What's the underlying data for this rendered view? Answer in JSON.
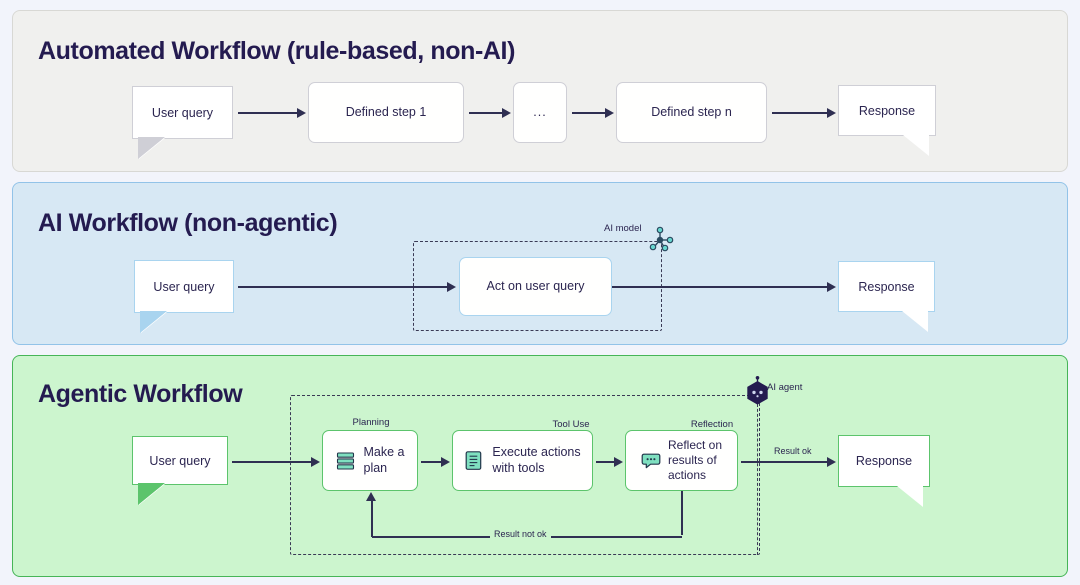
{
  "colors": {
    "page_background": "#f2f4fb",
    "panel_automated_bg": "#f0f0ee",
    "panel_ai_bg": "#d7e8f4",
    "panel_agentic_bg": "#ccf5ce",
    "panel_ai_border": "#92c3e8",
    "panel_agentic_border": "#46b557",
    "text_navy": "#241b50",
    "connector": "#2f2f52",
    "icon_teal": "#4dd0a7"
  },
  "panels": [
    {
      "id": "automated",
      "title": "Automated Workflow (rule-based, non-AI)",
      "nodes": [
        {
          "name": "user-query",
          "label": "User query",
          "type": "bubble"
        },
        {
          "name": "defined-step-1",
          "label": "Defined step 1",
          "type": "box"
        },
        {
          "name": "ellipsis-step",
          "label": "...",
          "type": "box"
        },
        {
          "name": "defined-step-n",
          "label": "Defined step n",
          "type": "box"
        },
        {
          "name": "response",
          "label": "Response",
          "type": "bubble"
        }
      ]
    },
    {
      "id": "ai-workflow",
      "title": "AI Workflow (non-agentic)",
      "nodes": [
        {
          "name": "user-query",
          "label": "User query",
          "type": "bubble"
        },
        {
          "name": "act-on-user-query",
          "label": "Act on user query",
          "type": "box"
        },
        {
          "name": "response",
          "label": "Response",
          "type": "bubble"
        }
      ],
      "annotations": {
        "ai_model": "AI model"
      }
    },
    {
      "id": "agentic-workflow",
      "title": "Agentic Workflow",
      "nodes": [
        {
          "name": "user-query",
          "label": "User query",
          "type": "bubble"
        },
        {
          "name": "make-a-plan",
          "label": "Make a\nplan",
          "caption": "Planning",
          "icon": "layers-icon"
        },
        {
          "name": "execute-actions",
          "label": "Execute actions\nwith tools",
          "caption": "Tool Use",
          "icon": "document-list-icon"
        },
        {
          "name": "reflect-on-results",
          "label": "Reflect on\nresults of\nactions",
          "caption": "Reflection",
          "icon": "speech-bubble-dots-icon"
        },
        {
          "name": "response",
          "label": "Response",
          "type": "bubble"
        }
      ],
      "annotations": {
        "ai_agent": "AI agent",
        "result_ok": "Result ok",
        "result_not_ok": "Result not ok"
      }
    }
  ],
  "labels": {
    "planning": "Planning",
    "tool_use": "Tool Use",
    "reflection": "Reflection",
    "make_a_plan_l1": "Make a",
    "make_a_plan_l2": "plan",
    "execute_l1": "Execute actions",
    "execute_l2": "with tools",
    "reflect_l1": "Reflect on",
    "reflect_l2": "results of",
    "reflect_l3": "actions"
  }
}
